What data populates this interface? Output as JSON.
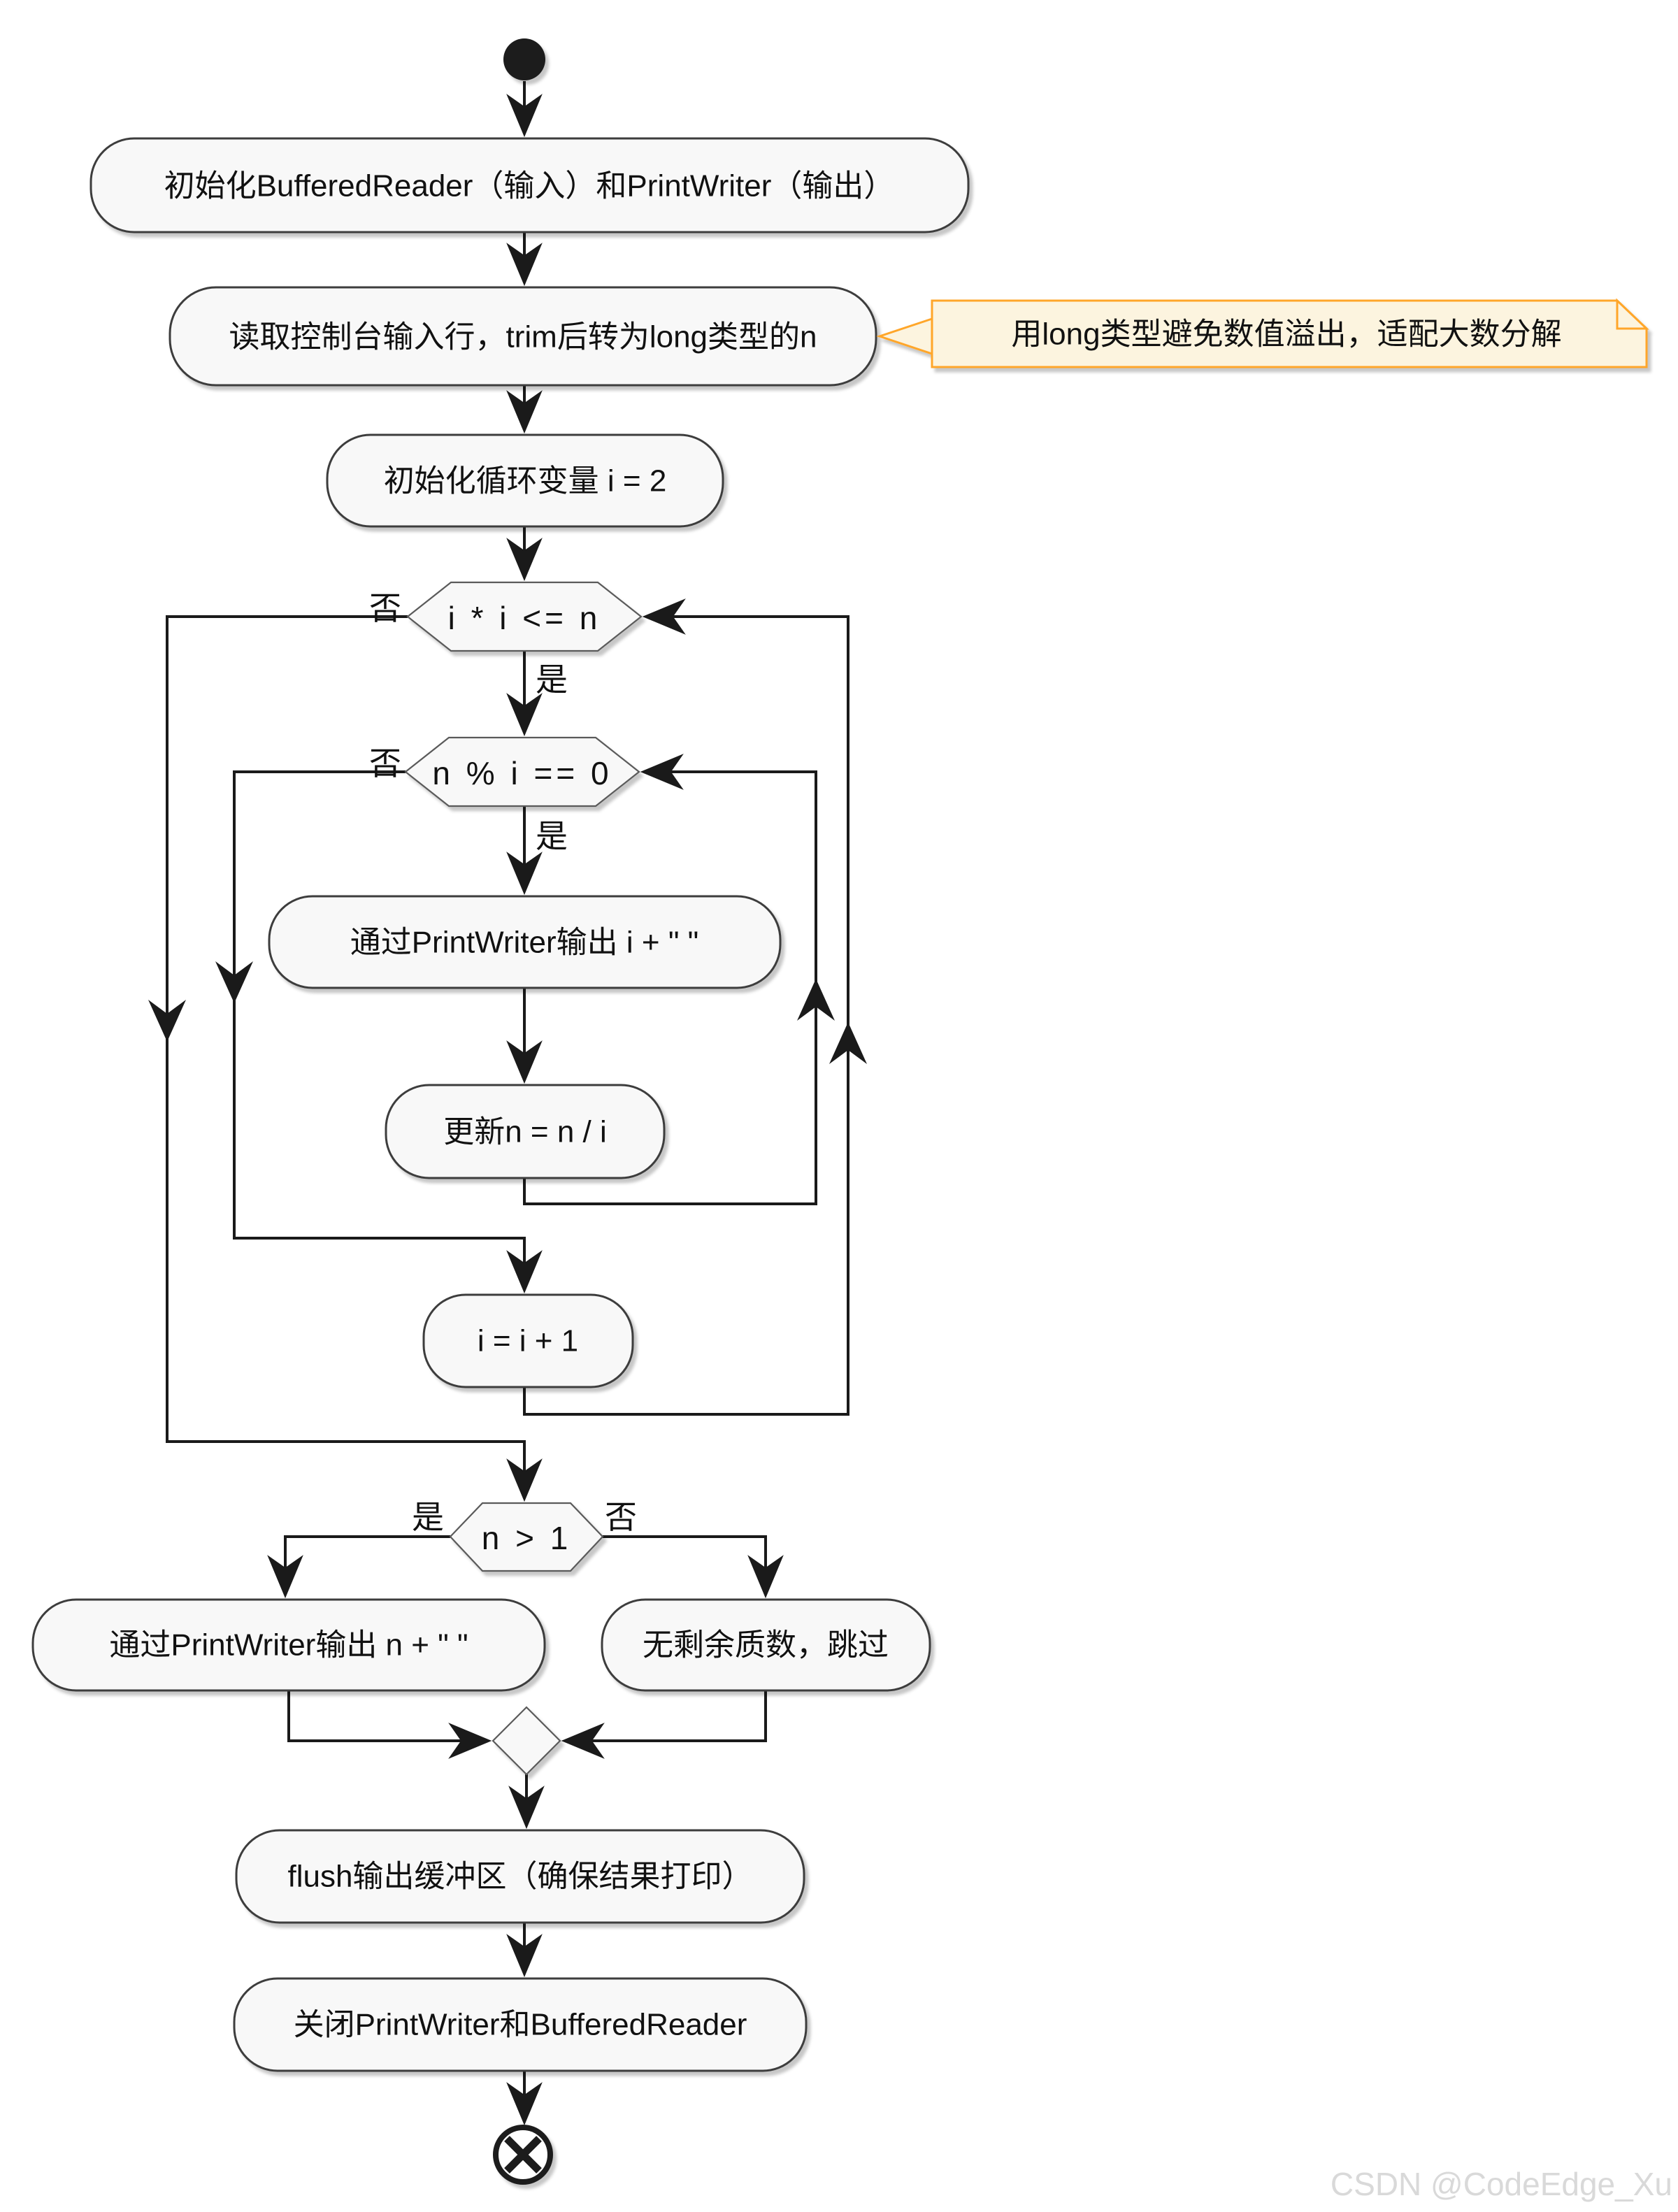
{
  "labels": {
    "yes": "是",
    "no": "否"
  },
  "nodes": {
    "init_io": {
      "label": "初始化BufferedReader（输入）和PrintWriter（输出）"
    },
    "read_input": {
      "label": "读取控制台输入行，trim后转为long类型的n"
    },
    "init_loop_var": {
      "label": "初始化循环变量 i = 2"
    },
    "cond_outer_loop": {
      "label": "i * i <= n"
    },
    "cond_divisible": {
      "label": "n % i == 0"
    },
    "print_factor": {
      "label": "通过PrintWriter输出 i + \" \""
    },
    "update_n": {
      "label": "更新n = n / i"
    },
    "increment_i": {
      "label": "i = i + 1"
    },
    "cond_remaining": {
      "label": "n > 1"
    },
    "print_remaining": {
      "label": "通过PrintWriter输出 n + \" \""
    },
    "no_remaining": {
      "label": "无剩余质数，跳过"
    },
    "flush_output": {
      "label": "flush输出缓冲区（确保结果打印）"
    },
    "close_streams": {
      "label": "关闭PrintWriter和BufferedReader"
    }
  },
  "note": {
    "text": "用long类型避免数值溢出，适配大数分解"
  },
  "watermark": {
    "text": "CSDN @CodeEdge_Xu"
  },
  "colors": {
    "node_fill": "#F8F8F8",
    "node_border": "#3C3C3C",
    "edge": "#1A1A1A",
    "note_fill": "#FCF4DF",
    "note_border": "#FFA629",
    "watermark": "#D9D9D9"
  }
}
